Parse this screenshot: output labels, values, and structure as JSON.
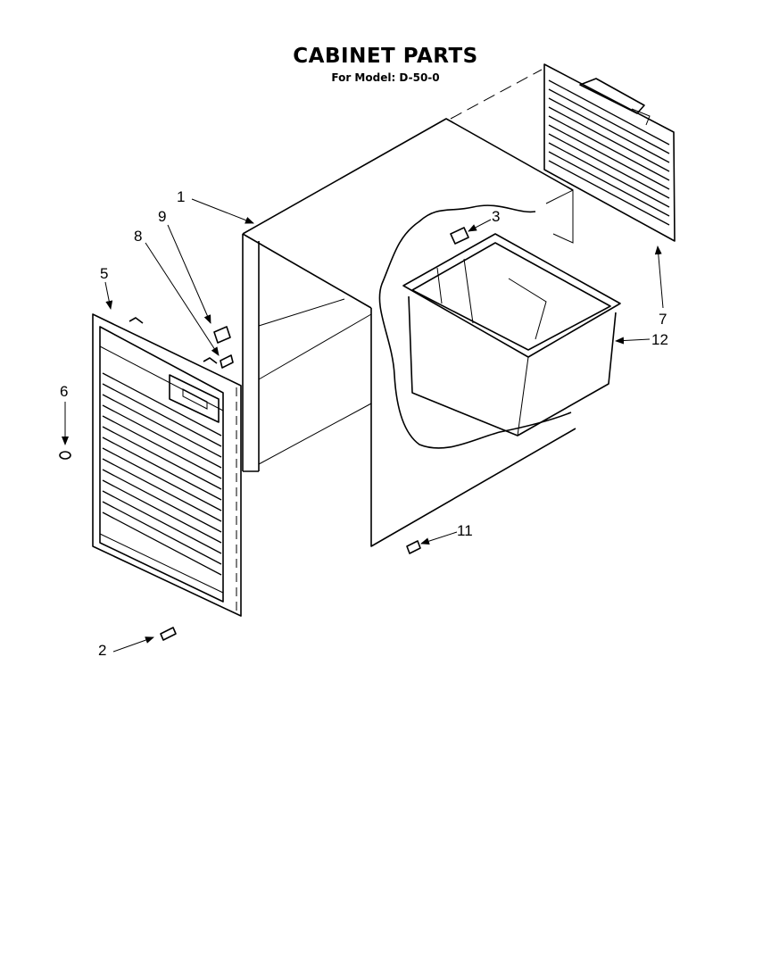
{
  "header": {
    "title": "CABINET PARTS",
    "subtitle": "For Model: D-50-0"
  },
  "callouts": [
    {
      "id": "c1",
      "text": "1"
    },
    {
      "id": "c2",
      "text": "2"
    },
    {
      "id": "c3",
      "text": "3"
    },
    {
      "id": "c5",
      "text": "5"
    },
    {
      "id": "c6",
      "text": "6"
    },
    {
      "id": "c7",
      "text": "7"
    },
    {
      "id": "c8",
      "text": "8"
    },
    {
      "id": "c9",
      "text": "9"
    },
    {
      "id": "c11",
      "text": "11"
    },
    {
      "id": "c12",
      "text": "12"
    }
  ]
}
